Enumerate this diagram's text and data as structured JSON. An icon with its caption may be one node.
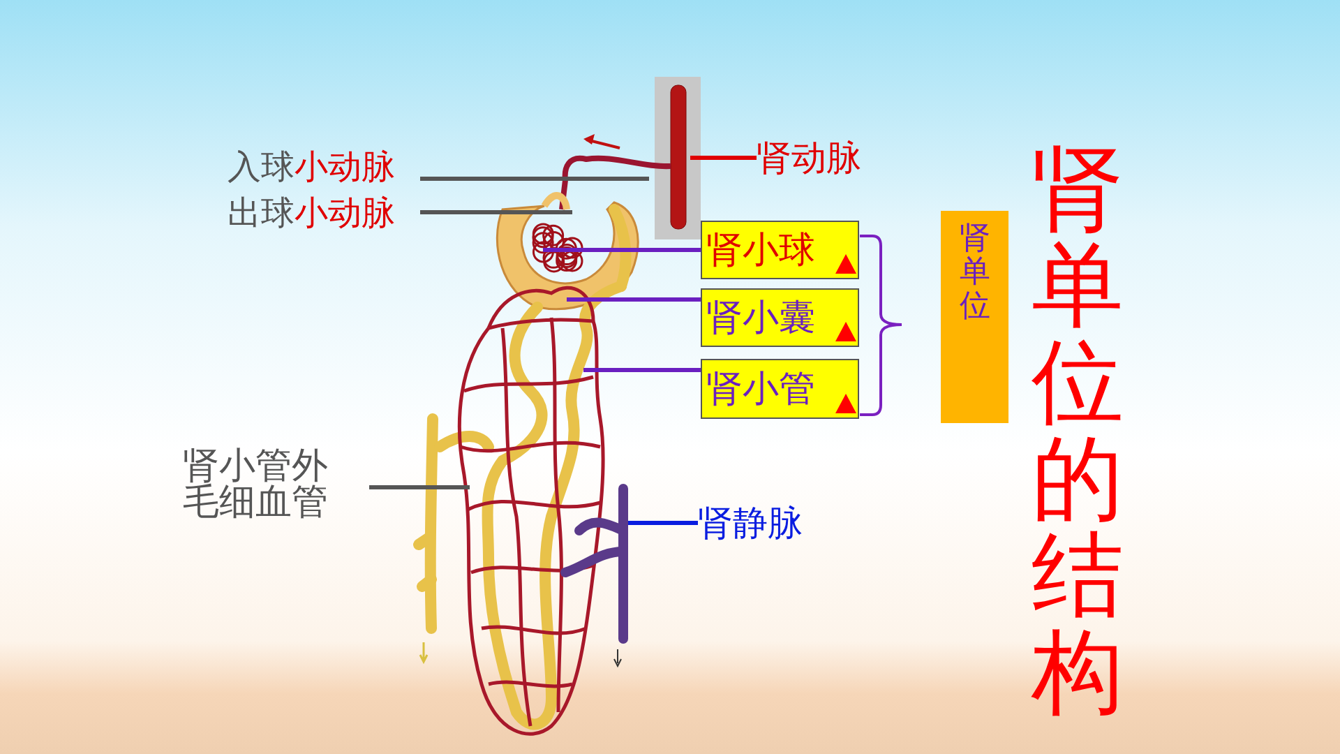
{
  "diagram": {
    "title": "肾单位的结构",
    "nodes": [
      {
        "text": [
          "入球",
          "小动脉"
        ]
      },
      {
        "text": [
          "出球",
          "小动脉"
        ]
      },
      {
        "text": [
          "肾动脉"
        ]
      },
      {
        "text": [
          "肾小球"
        ]
      },
      {
        "text": [
          "肾小囊"
        ]
      },
      {
        "text": [
          "肾小管"
        ]
      },
      {
        "text": [
          "肾单位"
        ]
      },
      {
        "text": [
          "肾小管外毛细血管"
        ]
      },
      {
        "text": [
          "肾静脉"
        ]
      }
    ],
    "edges": [
      {
        "from": 0,
        "to": null,
        "arrow": "none",
        "color": "#555555"
      },
      {
        "from": 1,
        "to": null,
        "arrow": "none",
        "color": "#555555"
      },
      {
        "from": 2,
        "to": null,
        "arrow": "none",
        "color": "#e00000"
      },
      {
        "from": 3,
        "to": null,
        "arrow": "none",
        "color": "#6a1fc0"
      },
      {
        "from": 4,
        "to": null,
        "arrow": "none",
        "color": "#6a1fc0"
      },
      {
        "from": 5,
        "to": null,
        "arrow": "none",
        "color": "#6a1fc0"
      },
      {
        "from": 7,
        "to": null,
        "arrow": "none",
        "color": "#555555"
      },
      {
        "from": 8,
        "to": null,
        "arrow": "none",
        "color": "#0a1de0"
      }
    ]
  }
}
